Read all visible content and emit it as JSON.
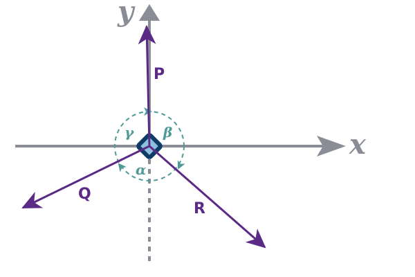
{
  "axes": {
    "x_label": "x",
    "y_label": "y"
  },
  "vectors": [
    {
      "id": "P",
      "label": "P"
    },
    {
      "id": "Q",
      "label": "Q"
    },
    {
      "id": "R",
      "label": "R"
    }
  ],
  "angles": {
    "alpha": "α",
    "beta": "β",
    "gamma": "γ"
  },
  "colors": {
    "axis": "#8a8c96",
    "vector": "#5b2a86",
    "angle": "#4f9a96",
    "body_dark": "#0f3c66",
    "body_light": "#8ebfe0"
  }
}
